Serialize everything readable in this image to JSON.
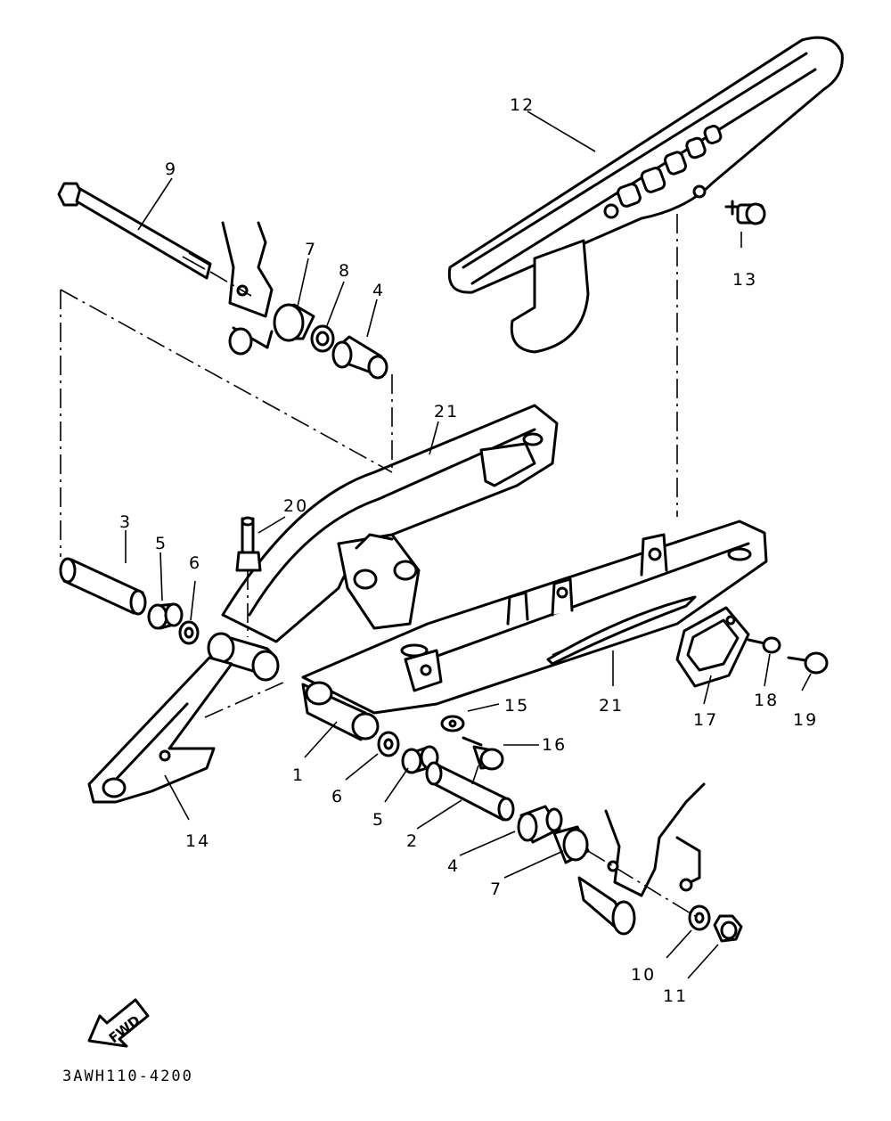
{
  "diagram": {
    "drawing_code": "3AWH110-4200",
    "direction_arrow": "FWD",
    "callouts": [
      "1",
      "2",
      "3",
      "4",
      "4",
      "5",
      "5",
      "6",
      "6",
      "7",
      "7",
      "8",
      "9",
      "10",
      "11",
      "12",
      "13",
      "14",
      "15",
      "16",
      "17",
      "18",
      "19",
      "20",
      "21",
      "21"
    ]
  }
}
